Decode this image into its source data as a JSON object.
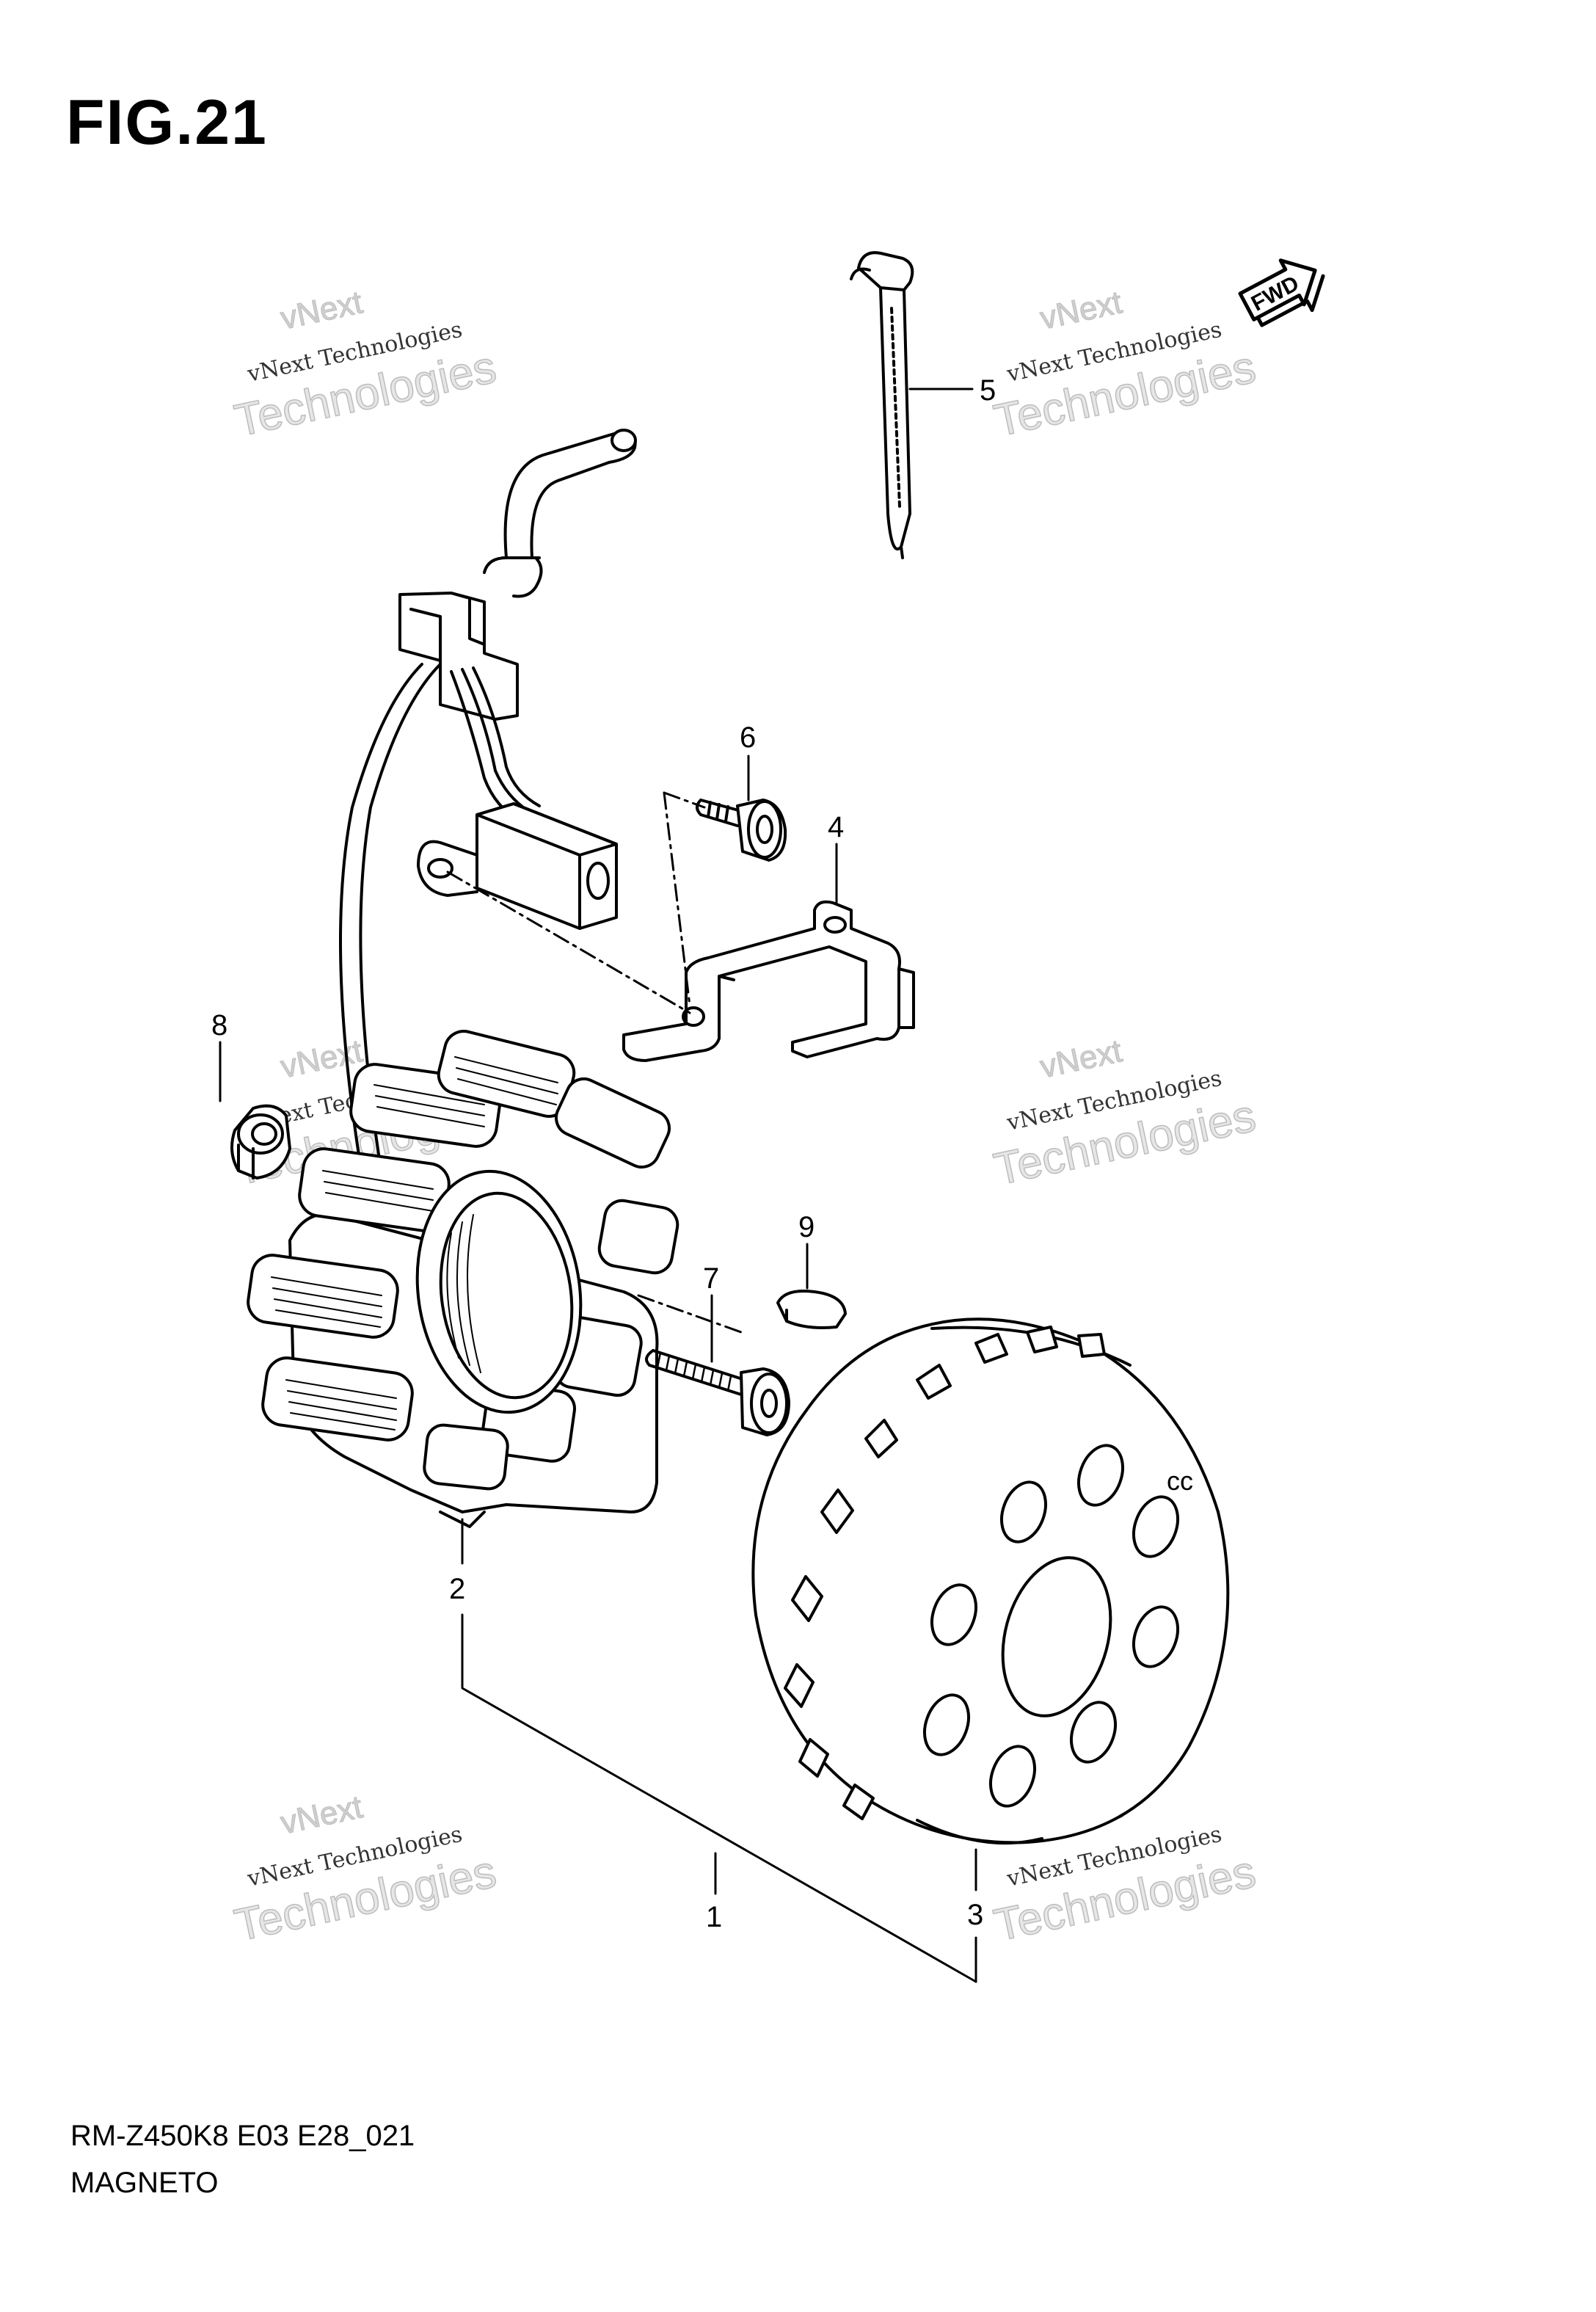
{
  "figure": {
    "title": "FIG.21",
    "code": "RM-Z450K8 E03 E28_021",
    "name": "MAGNETO"
  },
  "fwd_label": "FWD",
  "callouts": [
    {
      "id": "1",
      "label": "1"
    },
    {
      "id": "2",
      "label": "2"
    },
    {
      "id": "3",
      "label": "3"
    },
    {
      "id": "4",
      "label": "4"
    },
    {
      "id": "5",
      "label": "5"
    },
    {
      "id": "6",
      "label": "6"
    },
    {
      "id": "7",
      "label": "7"
    },
    {
      "id": "8",
      "label": "8"
    },
    {
      "id": "9",
      "label": "9"
    }
  ],
  "watermark": {
    "brand": "vNext",
    "line": "vNext Technologies",
    "big": "Technologies"
  },
  "colors": {
    "ink": "#000000",
    "watermark": "#c8c8c8"
  }
}
